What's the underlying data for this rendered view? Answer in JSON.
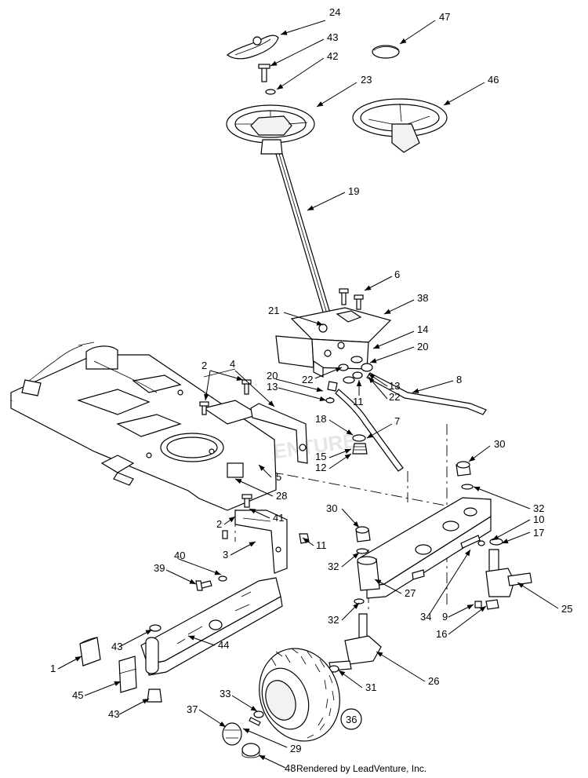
{
  "footer": {
    "text": "Rendered by LeadVenture, Inc."
  },
  "watermark": {
    "text": "LEADVENTURE"
  },
  "callouts": [
    "24",
    "47",
    "43",
    "42",
    "23",
    "46",
    "19",
    "6",
    "38",
    "21",
    "14",
    "20",
    "22",
    "13",
    "11",
    "22",
    "13",
    "20",
    "8",
    "2",
    "4",
    "18",
    "7",
    "15",
    "12",
    "5",
    "28",
    "30",
    "32",
    "10",
    "17",
    "2",
    "41",
    "11",
    "30",
    "3",
    "40",
    "39",
    "32",
    "27",
    "34",
    "9",
    "16",
    "25",
    "43",
    "44",
    "1",
    "32",
    "31",
    "26",
    "45",
    "43",
    "33",
    "37",
    "36",
    "29",
    "48"
  ]
}
